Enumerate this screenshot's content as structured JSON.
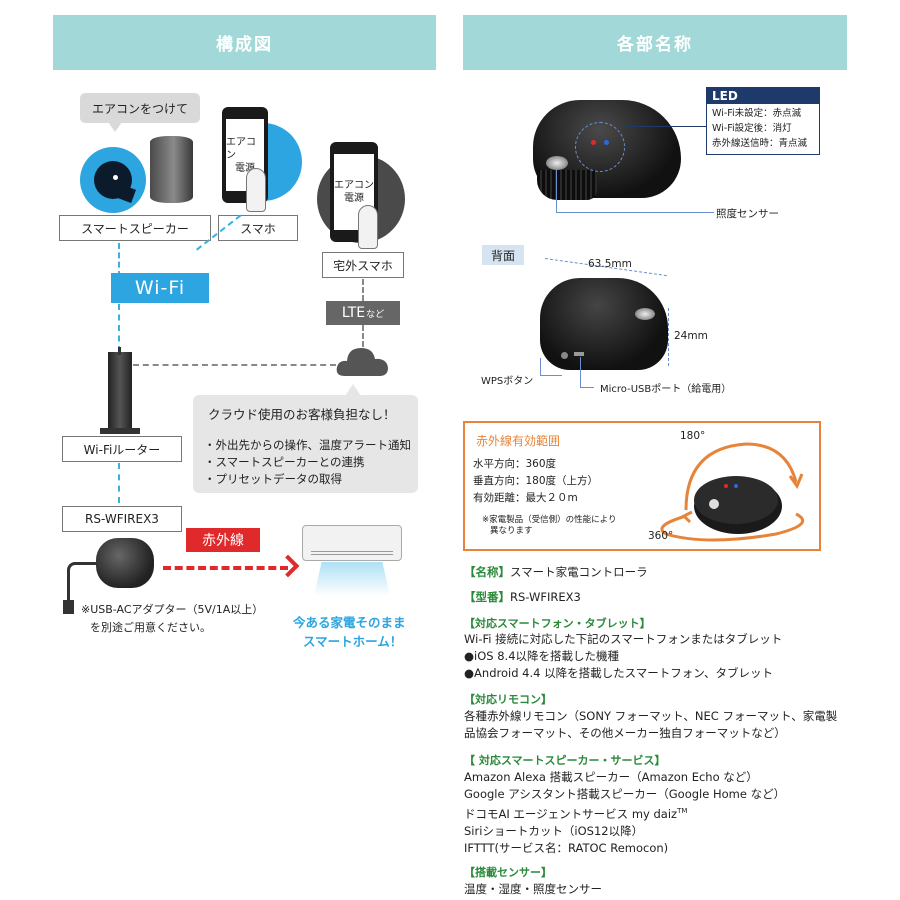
{
  "left": {
    "header": "構成図",
    "speech_bubble": "エアコンをつけて",
    "smart_speaker_label": "スマートスピーカー",
    "smartphone_label": "スマホ",
    "phone_screen": [
      "エアコン",
      "電源"
    ],
    "remote_phone_screen": [
      "エアコン",
      "電源"
    ],
    "remote_phone_label": "宅外スマホ",
    "wifi_label": "Wi-Fi",
    "lte_label": "LTE",
    "lte_suffix": "など",
    "router_label": "Wi-Fiルーター",
    "cloud_title": "クラウド使用のお客様負担なし！",
    "cloud_items": [
      "・外出先からの操作、温度アラート通知",
      "・スマートスピーカーとの連携",
      "・プリセットデータの取得"
    ],
    "device_label": "RS-WFIREX3",
    "ir_label": "赤外線",
    "adapter_note_1": "※USB-ACアダプター（5V/1A以上）",
    "adapter_note_2": "を別途ご用意ください。",
    "slogan_1": "今ある家電そのまま",
    "slogan_2": "スマートホーム！"
  },
  "right": {
    "header": "各部名称",
    "led": {
      "title": "LED",
      "lines": [
        "Wi-Fi未設定：赤点滅",
        "Wi-Fi設定後：消灯",
        "赤外線送信時：青点滅"
      ]
    },
    "light_sensor_label": "照度センサー",
    "back_label": "背面",
    "width_dim": "63.5mm",
    "height_dim": "24mm",
    "wps_label": "WPSボタン",
    "usb_label": "Micro-USBポート（給電用）",
    "range": {
      "title": "赤外線有効範囲",
      "angle_top": "180°",
      "angle_side": "360°",
      "lines": [
        "水平方向：360度",
        "垂直方向：180度（上方）",
        "有効距離：最大２０m"
      ],
      "note": [
        "※家電製品（受信側）の性能により",
        "異なります"
      ]
    },
    "specs": [
      {
        "title": "【名称】",
        "value": "スマート家電コントローラ"
      },
      {
        "title": "【型番】",
        "value": "RS-WFIREX3"
      }
    ],
    "phone_support": {
      "title": "【対応スマートフォン・タブレット】",
      "lines": [
        "Wi-Fi 接続に対応した下記のスマートフォンまたはタブレット",
        "●iOS 8.4以降を搭載した機種",
        "●Android 4.4 以降を搭載したスマートフォン、タブレット"
      ]
    },
    "remote_support": {
      "title": "【対応リモコン】",
      "lines": [
        "各種赤外線リモコン（SONY フォーマット、NEC フォーマット、家電製",
        "品協会フォーマット、その他メーカー独自フォーマットなど）"
      ]
    },
    "speaker_support": {
      "title": "【 対応スマートスピーカー・サービス】",
      "lines": [
        "Amazon Alexa 搭載スピーカー（Amazon Echo など）",
        "Google アシスタント搭載スピーカー（Google Home など）",
        "ドコモAI エージェントサービス my daiz",
        "Siriショートカット（iOS12以降）",
        "IFTTT(サービス名：RATOC Remocon)"
      ],
      "tm": "TM"
    },
    "sensors": {
      "title": "【搭載センサー】",
      "value": "温度・湿度・照度センサー"
    }
  }
}
